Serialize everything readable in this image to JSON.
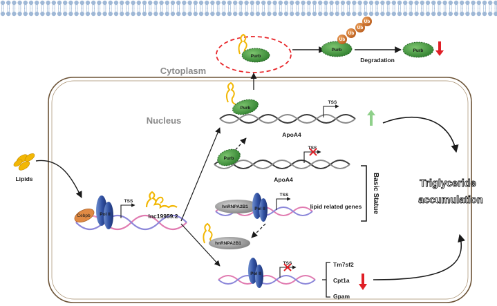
{
  "regions": {
    "cytoplasm": "Cytoplasm",
    "nucleus": "Nucleus"
  },
  "stimulus": {
    "lipids": "Lipids"
  },
  "proteins": {
    "cebpb": "Cebpb",
    "pol2": "Pol II",
    "purb": "Purb",
    "ub": "Ub",
    "hnrnpa2b1": "hnRNPA2B1"
  },
  "lncrna": {
    "name": "lnc19959.2"
  },
  "tss": "TSS",
  "genes": {
    "apoa4_active": "ApoA4",
    "apoa4_repressed": "ApoA4",
    "lipid_related": "lipid related genes",
    "tm7sf2": "Tm7sf2",
    "cpt1a": "Cpt1a",
    "gpam": "Gpam"
  },
  "process": {
    "degradation": "Degradation"
  },
  "state": {
    "basic_statue": "Basic Statue"
  },
  "outcome": {
    "line1": "Triglyceride",
    "line2": "accumulation"
  },
  "colors": {
    "purb_green": "#3e9a3c",
    "ub_orange": "#d5772a",
    "cebpb_orange": "#e08a44",
    "pol2_blue": "#2f4fa0",
    "lncrna_yellow": "#f2b705",
    "dashed_red": "#e8262a",
    "down_arrow_red": "#e01f26",
    "up_arrow_green": "#8fd08a",
    "membrane_blue": "#9fb8d6"
  }
}
